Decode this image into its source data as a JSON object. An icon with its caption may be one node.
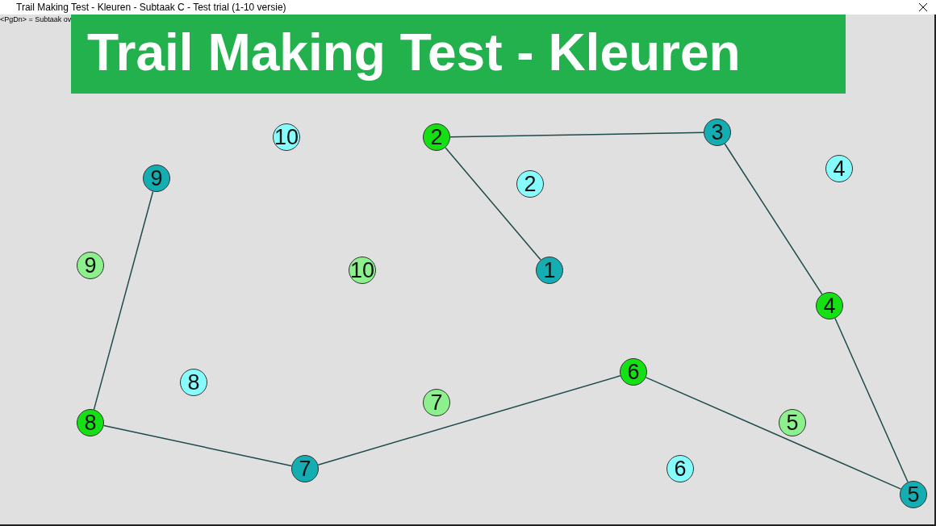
{
  "diagram": {
    "title": "Trail Making Test - Kleuren",
    "nodes": [
      {
        "text": [
          "10"
        ]
      },
      {
        "text": [
          "2"
        ]
      },
      {
        "text": [
          "3"
        ]
      },
      {
        "text": [
          "4"
        ]
      },
      {
        "text": [
          "9"
        ]
      },
      {
        "text": [
          "2"
        ]
      },
      {
        "text": [
          "9"
        ]
      },
      {
        "text": [
          "10"
        ]
      },
      {
        "text": [
          "1"
        ]
      },
      {
        "text": [
          "4"
        ]
      },
      {
        "text": [
          "6"
        ]
      },
      {
        "text": [
          "8"
        ]
      },
      {
        "text": [
          "7"
        ]
      },
      {
        "text": [
          "5"
        ]
      },
      {
        "text": [
          "8"
        ]
      },
      {
        "text": [
          "7"
        ]
      },
      {
        "text": [
          "6"
        ]
      },
      {
        "text": [
          "5"
        ]
      }
    ],
    "edges": [
      {
        "from": 8,
        "to": 1,
        "arrow": "none"
      },
      {
        "from": 1,
        "to": 2,
        "arrow": "none"
      },
      {
        "from": 2,
        "to": 9,
        "arrow": "none"
      },
      {
        "from": 9,
        "to": 17,
        "arrow": "none"
      },
      {
        "from": 17,
        "to": 10,
        "arrow": "none"
      },
      {
        "from": 10,
        "to": 15,
        "arrow": "none"
      },
      {
        "from": 15,
        "to": 14,
        "arrow": "none"
      },
      {
        "from": 14,
        "to": 4,
        "arrow": "none"
      }
    ],
    "labels": [
      "Trail Making Test - Kleuren - Subtaak C - Test trial (1-10 versie)",
      "<PgDn> = Subtaak ov"
    ]
  }
}
